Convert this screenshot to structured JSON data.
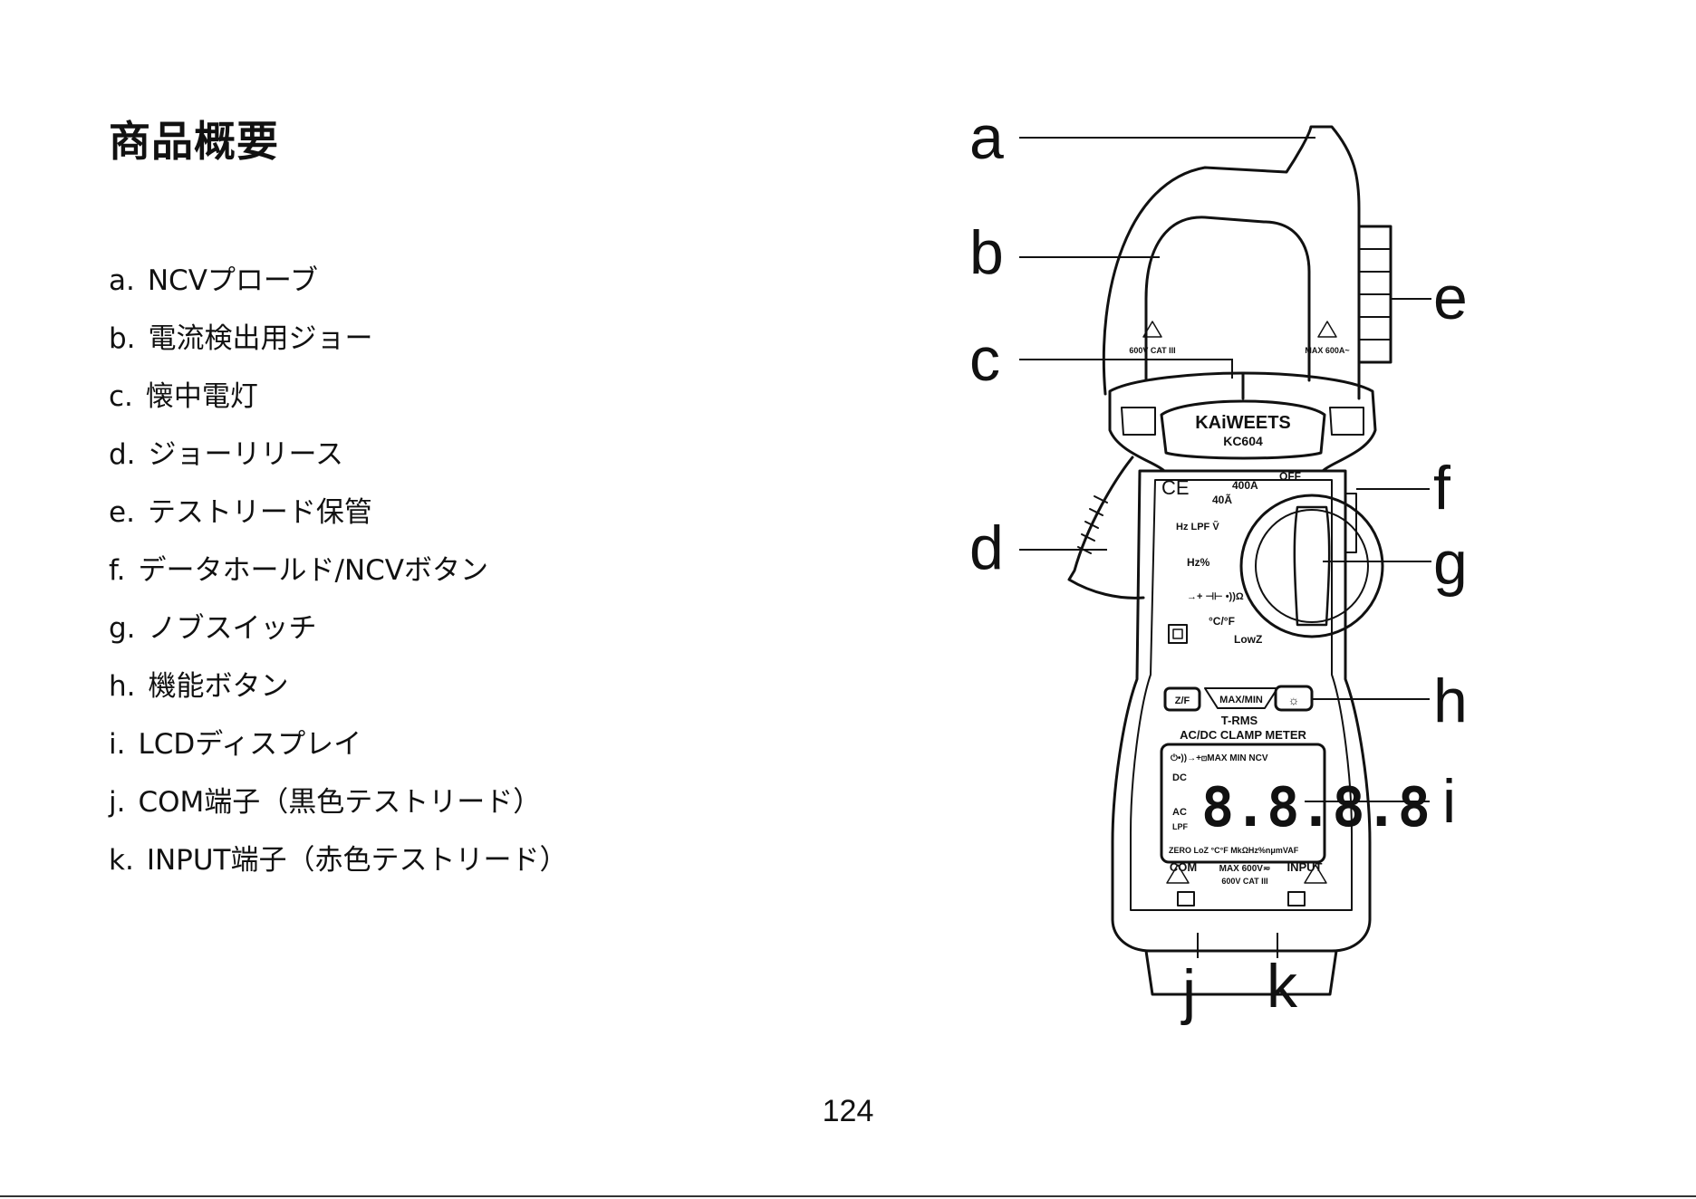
{
  "page": {
    "title": "商品概要",
    "page_number": "124"
  },
  "parts": [
    {
      "key": "a.",
      "label": "NCVプローブ"
    },
    {
      "key": "b.",
      "label": "電流検出用ジョー"
    },
    {
      "key": "c.",
      "label": "懐中電灯"
    },
    {
      "key": "d.",
      "label": "ジョーリリース"
    },
    {
      "key": "e.",
      "label": "テストリード保管"
    },
    {
      "key": "f.",
      "label": "データホールド/NCVボタン"
    },
    {
      "key": "g.",
      "label": "ノブスイッチ"
    },
    {
      "key": "h.",
      "label": "機能ボタン"
    },
    {
      "key": "i.",
      "label": "LCDディスプレイ"
    },
    {
      "key": "j.",
      "label": "COM端子（黒色テストリード）"
    },
    {
      "key": "k.",
      "label": "INPUT端子（赤色テストリード）"
    }
  ],
  "callouts": {
    "a": "a",
    "b": "b",
    "c": "c",
    "d": "d",
    "e": "e",
    "f": "f",
    "g": "g",
    "h": "h",
    "i": "i",
    "j": "j",
    "k": "k"
  },
  "device": {
    "brand": "KAiWEETS",
    "model": "KC604",
    "jaw_left_rating": "600V CAT III",
    "jaw_right_rating": "MAX 600A~",
    "ce_mark": "CE",
    "dial": {
      "off": "OFF",
      "a400": "400Ã",
      "a40": "40Ã",
      "hz_lpf_v": "Hz LPF Ṽ",
      "hz_pct": "Hz%",
      "diode_cap_ohm": "→+ ⊣⊢ •))Ω",
      "temp": "°C/°F",
      "lowz": "LowZ"
    },
    "buttons": {
      "zero": "Z/F",
      "maxmin": "MAX/MIN",
      "light": "☼"
    },
    "trms": "T-RMS",
    "meter_label": "AC/DC CLAMP METER",
    "lcd": {
      "top_row": "⏻•))→+⊡MAX MIN NCV",
      "dc": "DC",
      "ac": "AC",
      "lpf": "LPF",
      "digits": "8.8.8.8",
      "bottom_row": "ZERO LoZ °C°F MkΩHz%nμmVAF"
    },
    "terminals": {
      "com": "COM",
      "input": "INPUT",
      "max": "MAX 600V≂",
      "cat": "600V CAT III"
    }
  }
}
